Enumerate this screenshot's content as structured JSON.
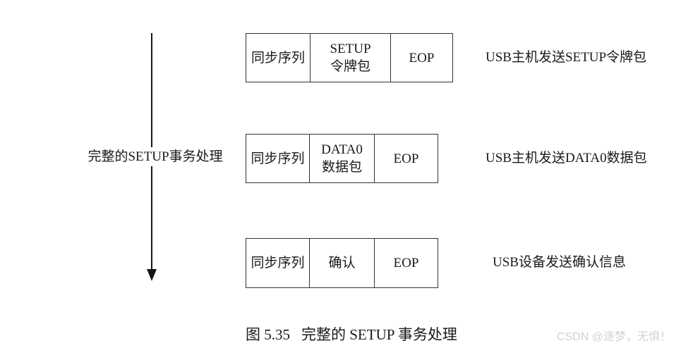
{
  "diagram": {
    "flow_label": "完整的SETUP事务处理",
    "rows": [
      {
        "cells": [
          "同步序列",
          "SETUP\n令牌包",
          "EOP"
        ],
        "note": "USB主机发送SETUP令牌包"
      },
      {
        "cells": [
          "同步序列",
          "DATA0\n数据包",
          "EOP"
        ],
        "note": "USB主机发送DATA0数据包"
      },
      {
        "cells": [
          "同步序列",
          "确认",
          "EOP"
        ],
        "note": "USB设备发送确认信息"
      }
    ],
    "caption": {
      "number": "图 5.35",
      "title": "完整的 SETUP 事务处理"
    },
    "watermark": "CSDN @逐梦，无惧！"
  }
}
